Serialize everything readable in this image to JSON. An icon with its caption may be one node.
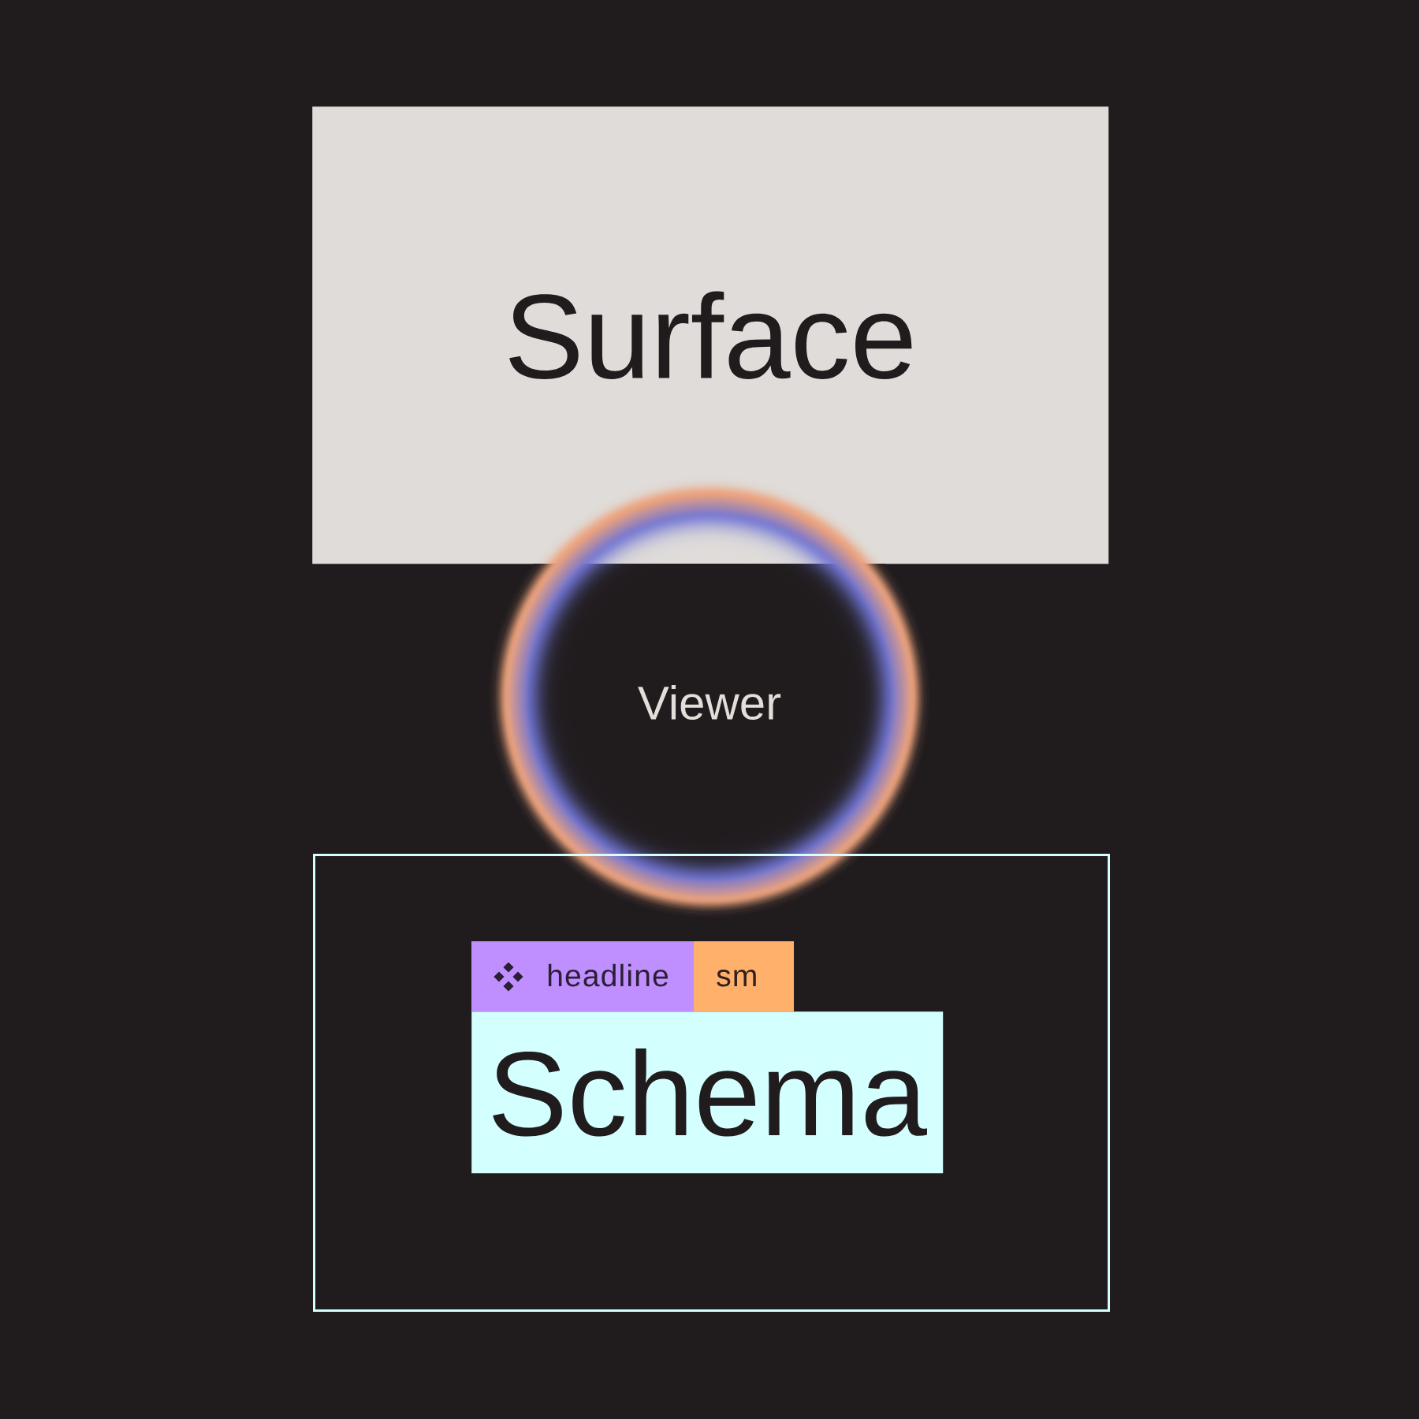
{
  "diagram": {
    "nodes": [
      {
        "text": [
          "Surface"
        ]
      },
      {
        "text": [
          "Viewer"
        ]
      },
      {
        "text": [],
        "shape": "box"
      },
      {
        "text": [
          "headline"
        ],
        "in": 2
      },
      {
        "text": [
          "sm"
        ],
        "in": 2
      },
      {
        "text": [
          "Schema"
        ],
        "in": 2
      }
    ]
  }
}
